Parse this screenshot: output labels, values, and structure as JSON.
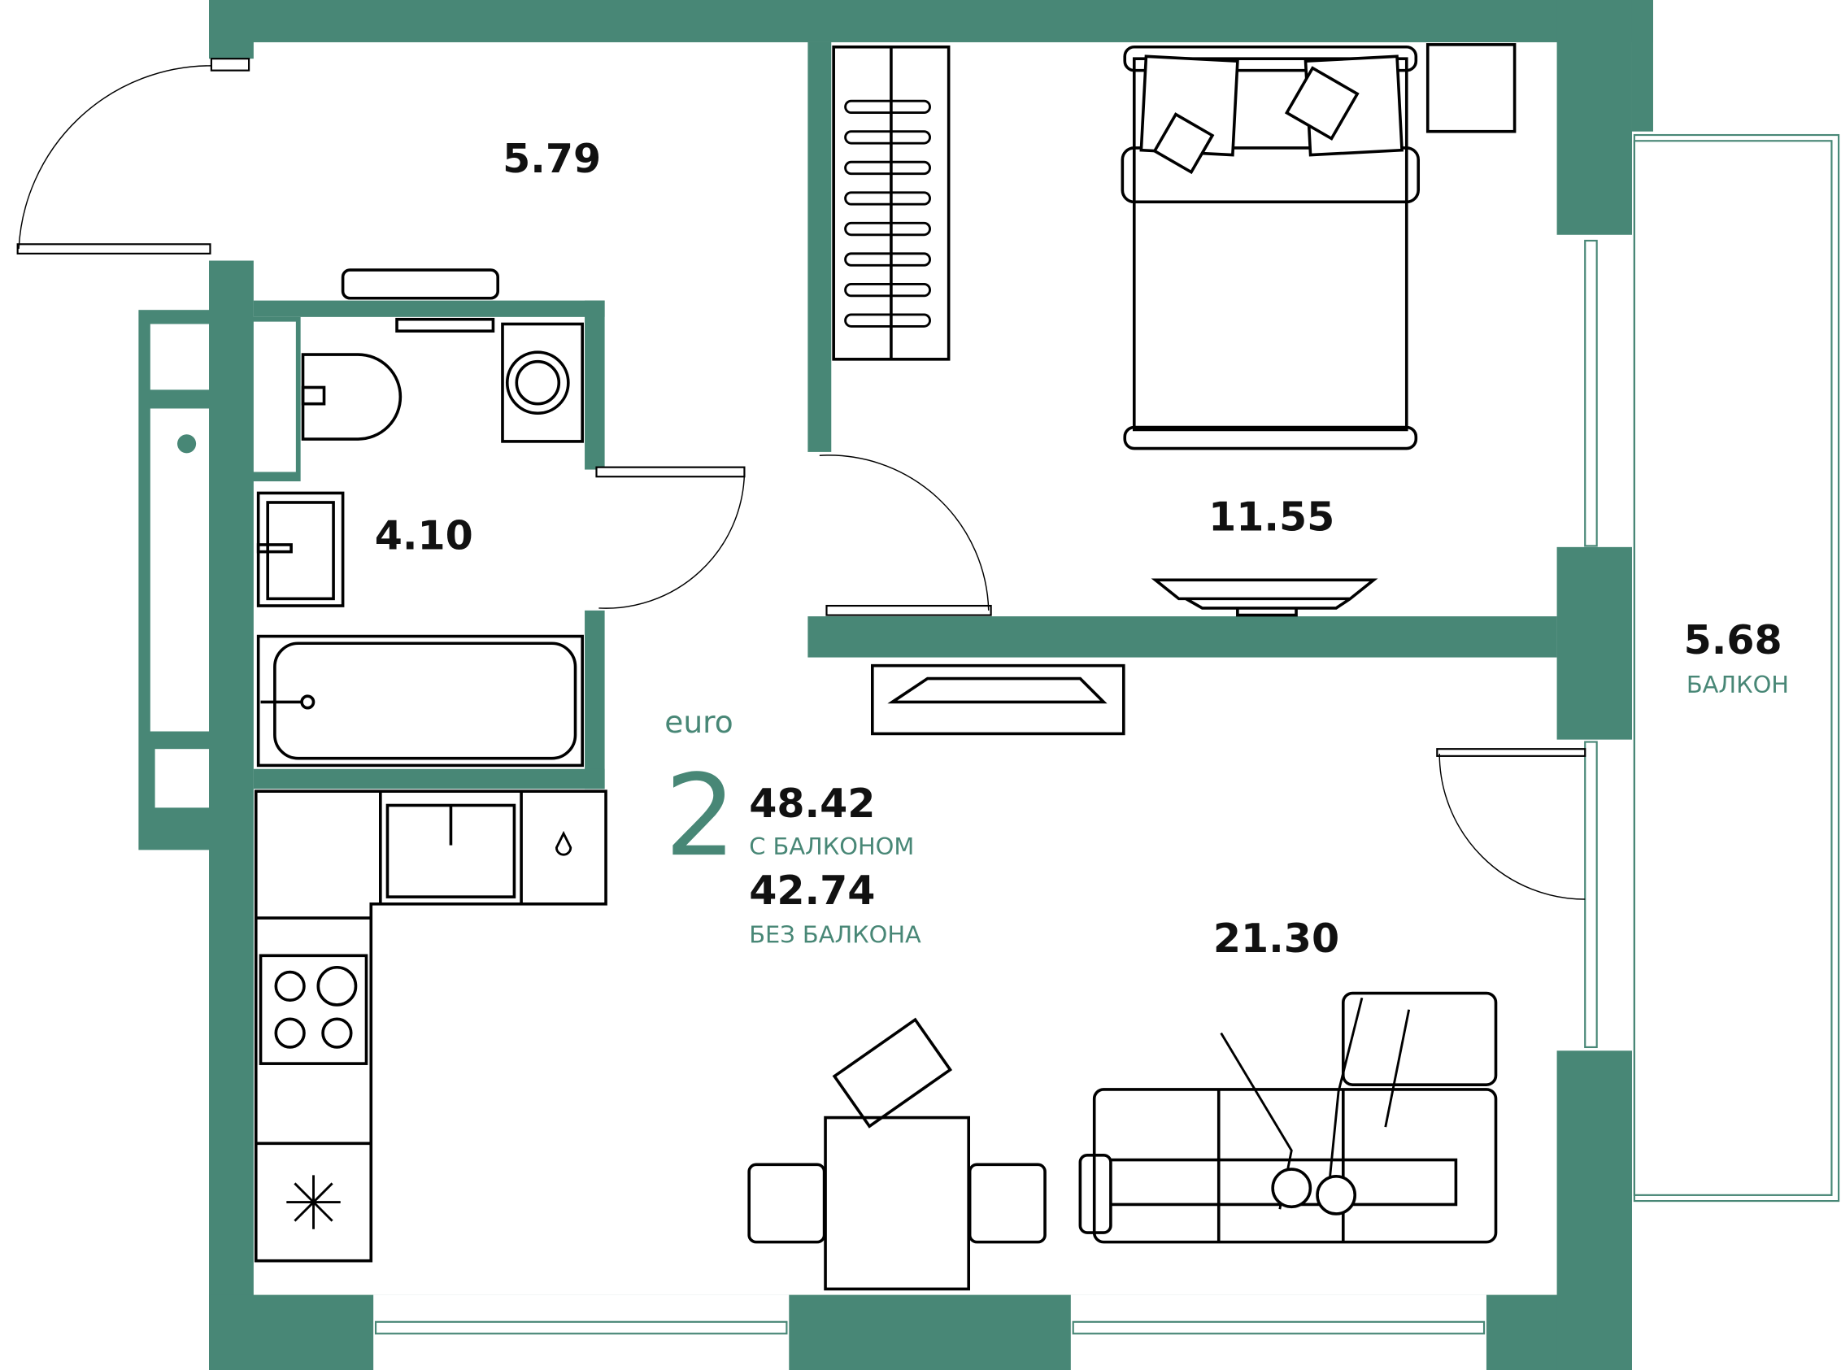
{
  "plan": {
    "type_label": "euro",
    "rooms_count": "2",
    "total_area_with_balcony": "48.42",
    "with_balcony_label": "С БАЛКОНОМ",
    "total_area_without_balcony": "42.74",
    "without_balcony_label": "БЕЗ БАЛКОНА"
  },
  "rooms": {
    "hall": "5.79",
    "bathroom": "4.10",
    "bedroom": "11.55",
    "living_kitchen": "21.30",
    "balcony_area": "5.68",
    "balcony_label": "БАЛКОН"
  },
  "colors": {
    "wall": "#488776",
    "accent_text": "#488776",
    "text": "#111111"
  }
}
